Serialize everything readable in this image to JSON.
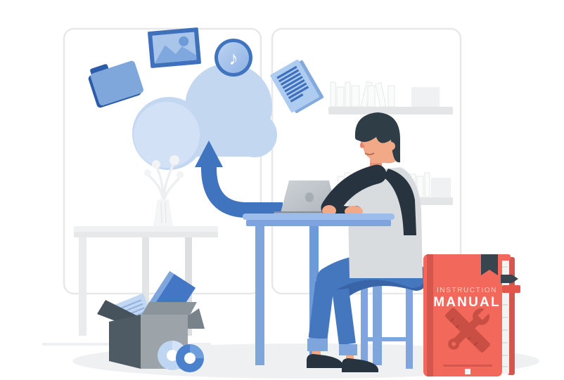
{
  "manual": {
    "subtitle": "INSTRUCTION",
    "title": "MANUAL"
  },
  "icons": {
    "music_note_glyph": "♪",
    "cloud_icons": [
      "folder-icon",
      "photo-icon",
      "music-icon",
      "document-icon"
    ],
    "manual_cover_icon": "crossed-wrench-and-ruler"
  },
  "scene": {
    "objects": [
      "background-panel-left",
      "background-panel-right",
      "upload-cloud",
      "upload-arrow",
      "bookshelf-top",
      "bookshelf-bottom",
      "side-table",
      "vase-with-branches",
      "person-at-laptop",
      "laptop",
      "desk",
      "stool",
      "storage-box",
      "cd-discs",
      "instruction-manual-book",
      "floor-shadow"
    ]
  },
  "palette": {
    "background": "#FFFFFF",
    "panel_border": "#E7E8E9",
    "cloud": "#C3D7F1",
    "cloud_highlight": "#D2E1F6",
    "accent_blue": "#4174BE",
    "icon_fill_light": "#A9C6EA",
    "folder_blue": "#7FA7DC",
    "folder_flap": "#2B5CA8",
    "doc_paper": "#AECBF0",
    "shelf_gray": "#E3E5E7",
    "book_white": "#FAFBFB",
    "skin": "#F2A987",
    "hair": "#2F3D47",
    "shirt": "#D9DCDE",
    "sleeves": "#27333E",
    "jeans": "#4577BE",
    "jeans_dark": "#3A64A8",
    "cuff": "#7FA6DC",
    "desk_top": "#9CBCEC",
    "desk_apron": "#7FA3DC",
    "stool_blue": "#6E9BD8",
    "laptop_gray": "#B9BFC5",
    "table_white": "#F0F1F2",
    "box_front": "#9CA4AA",
    "box_side": "#4E5A64",
    "box_flap_dark": "#46525C",
    "box_flap_gray": "#8A949A",
    "cd_light": "#BFD6F2",
    "cd_dark": "#4B80CC",
    "manual_red": "#F2695C",
    "manual_dark_red": "#D4564C",
    "manual_tools_red": "#C94F44",
    "manual_bookmark": "#39454E",
    "manual_subtitle_text": "#F8CFC8",
    "manual_title_text": "#FFFFFF",
    "floor_shadow": "#EEF0F1"
  }
}
